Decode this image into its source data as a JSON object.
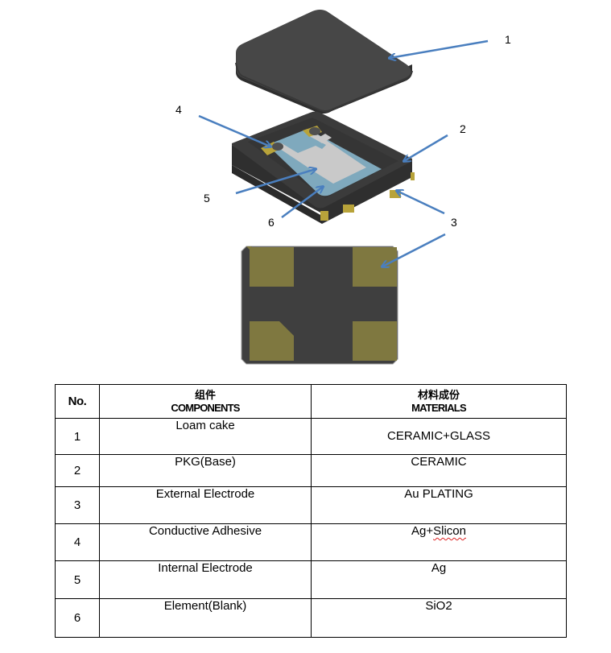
{
  "diagram": {
    "title": "Crystal unit exploded view",
    "callouts": [
      "1",
      "2",
      "3",
      "4",
      "5",
      "6"
    ],
    "colors": {
      "body": "#3d3d3d",
      "body_top": "#4a4a4a",
      "pad_gold": "#7f7840",
      "pad_gold_3d": "#b8a33a",
      "blank_blue": "#7fa9bd",
      "electrode_grey": "#c8c8c8",
      "arrow": "#4a7fbf"
    }
  },
  "table": {
    "header": {
      "no": "No.",
      "components_cn": "组件",
      "components_en": "COMPONENTS",
      "materials_cn": "材料成份",
      "materials_en": "MATERIALS"
    },
    "rows": [
      {
        "no": "1",
        "component": "Loam cake",
        "material": "CERAMIC+GLASS"
      },
      {
        "no": "2",
        "component": "PKG(Base)",
        "material": "CERAMIC"
      },
      {
        "no": "3",
        "component": "External Electrode",
        "material": "Au PLATING"
      },
      {
        "no": "4",
        "component": "Conductive Adhesive",
        "material_a": "Ag+",
        "material_b": "Slicon"
      },
      {
        "no": "5",
        "component": "Internal Electrode",
        "material": "Ag"
      },
      {
        "no": "6",
        "component": "Element(Blank)",
        "material": "SiO2"
      }
    ]
  }
}
